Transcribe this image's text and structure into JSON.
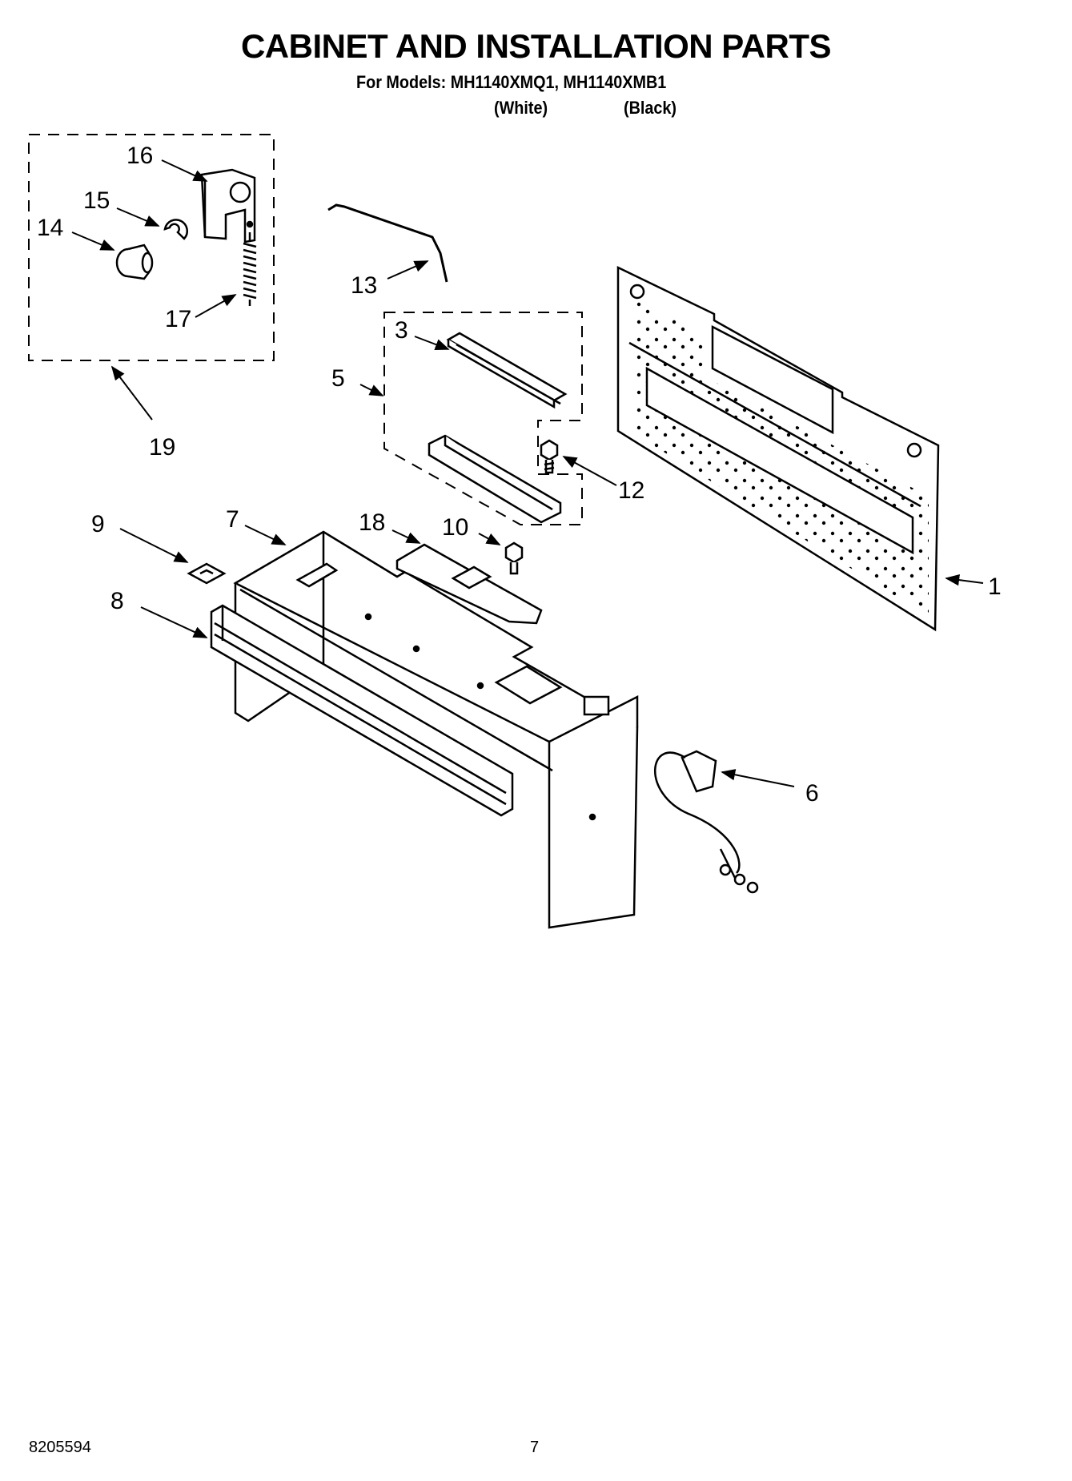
{
  "header": {
    "title": "CABINET AND INSTALLATION PARTS",
    "models": "For Models: MH1140XMQ1, MH1140XMB1",
    "variants": [
      "(White)",
      "(Black)"
    ]
  },
  "callouts": [
    "1",
    "3",
    "5",
    "6",
    "7",
    "8",
    "9",
    "10",
    "12",
    "13",
    "14",
    "15",
    "16",
    "17",
    "18",
    "19"
  ],
  "footer": {
    "doc_number": "8205594",
    "page_number": "7"
  }
}
